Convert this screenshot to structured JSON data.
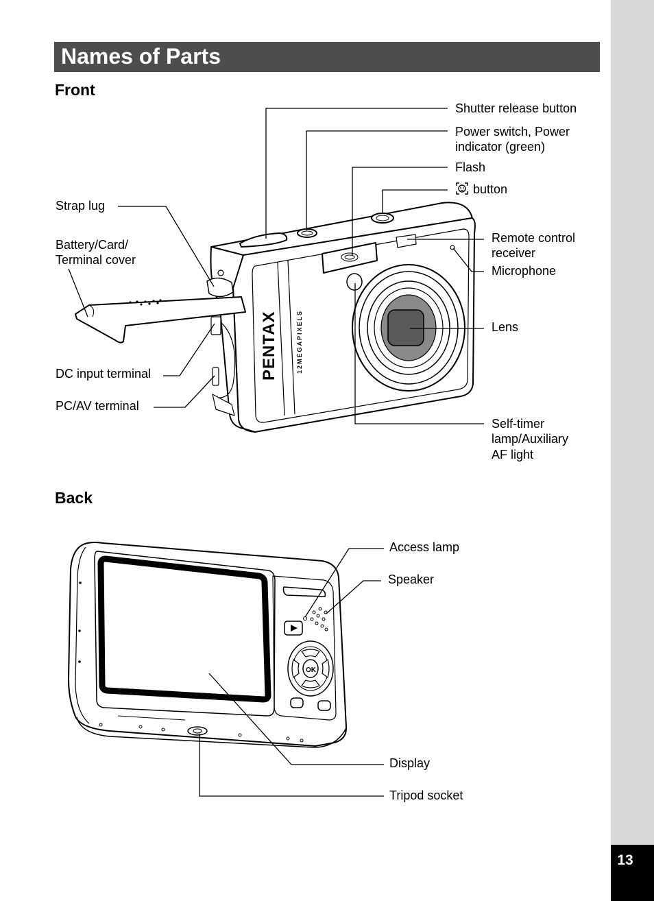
{
  "title": "Names of Parts",
  "page_number": "13",
  "front": {
    "heading": "Front",
    "brand": "PENTAX",
    "megapixels": "12MEGAPIXELS",
    "labels": {
      "shutter": "Shutter release button",
      "power_1": "Power switch, Power",
      "power_2": "indicator (green)",
      "flash": "Flash",
      "face_button": "button",
      "strap_lug": "Strap lug",
      "battery_1": "Battery/Card/",
      "battery_2": "Terminal cover",
      "remote_1": "Remote control",
      "remote_2": "receiver",
      "microphone": "Microphone",
      "lens": "Lens",
      "dc_input": "DC input terminal",
      "pcav": "PC/AV terminal",
      "selftimer_1": "Self-timer",
      "selftimer_2": "lamp/Auxiliary",
      "selftimer_3": "AF light"
    }
  },
  "back": {
    "heading": "Back",
    "ok": "OK",
    "labels": {
      "access_lamp": "Access lamp",
      "speaker": "Speaker",
      "display": "Display",
      "tripod": "Tripod socket"
    }
  }
}
